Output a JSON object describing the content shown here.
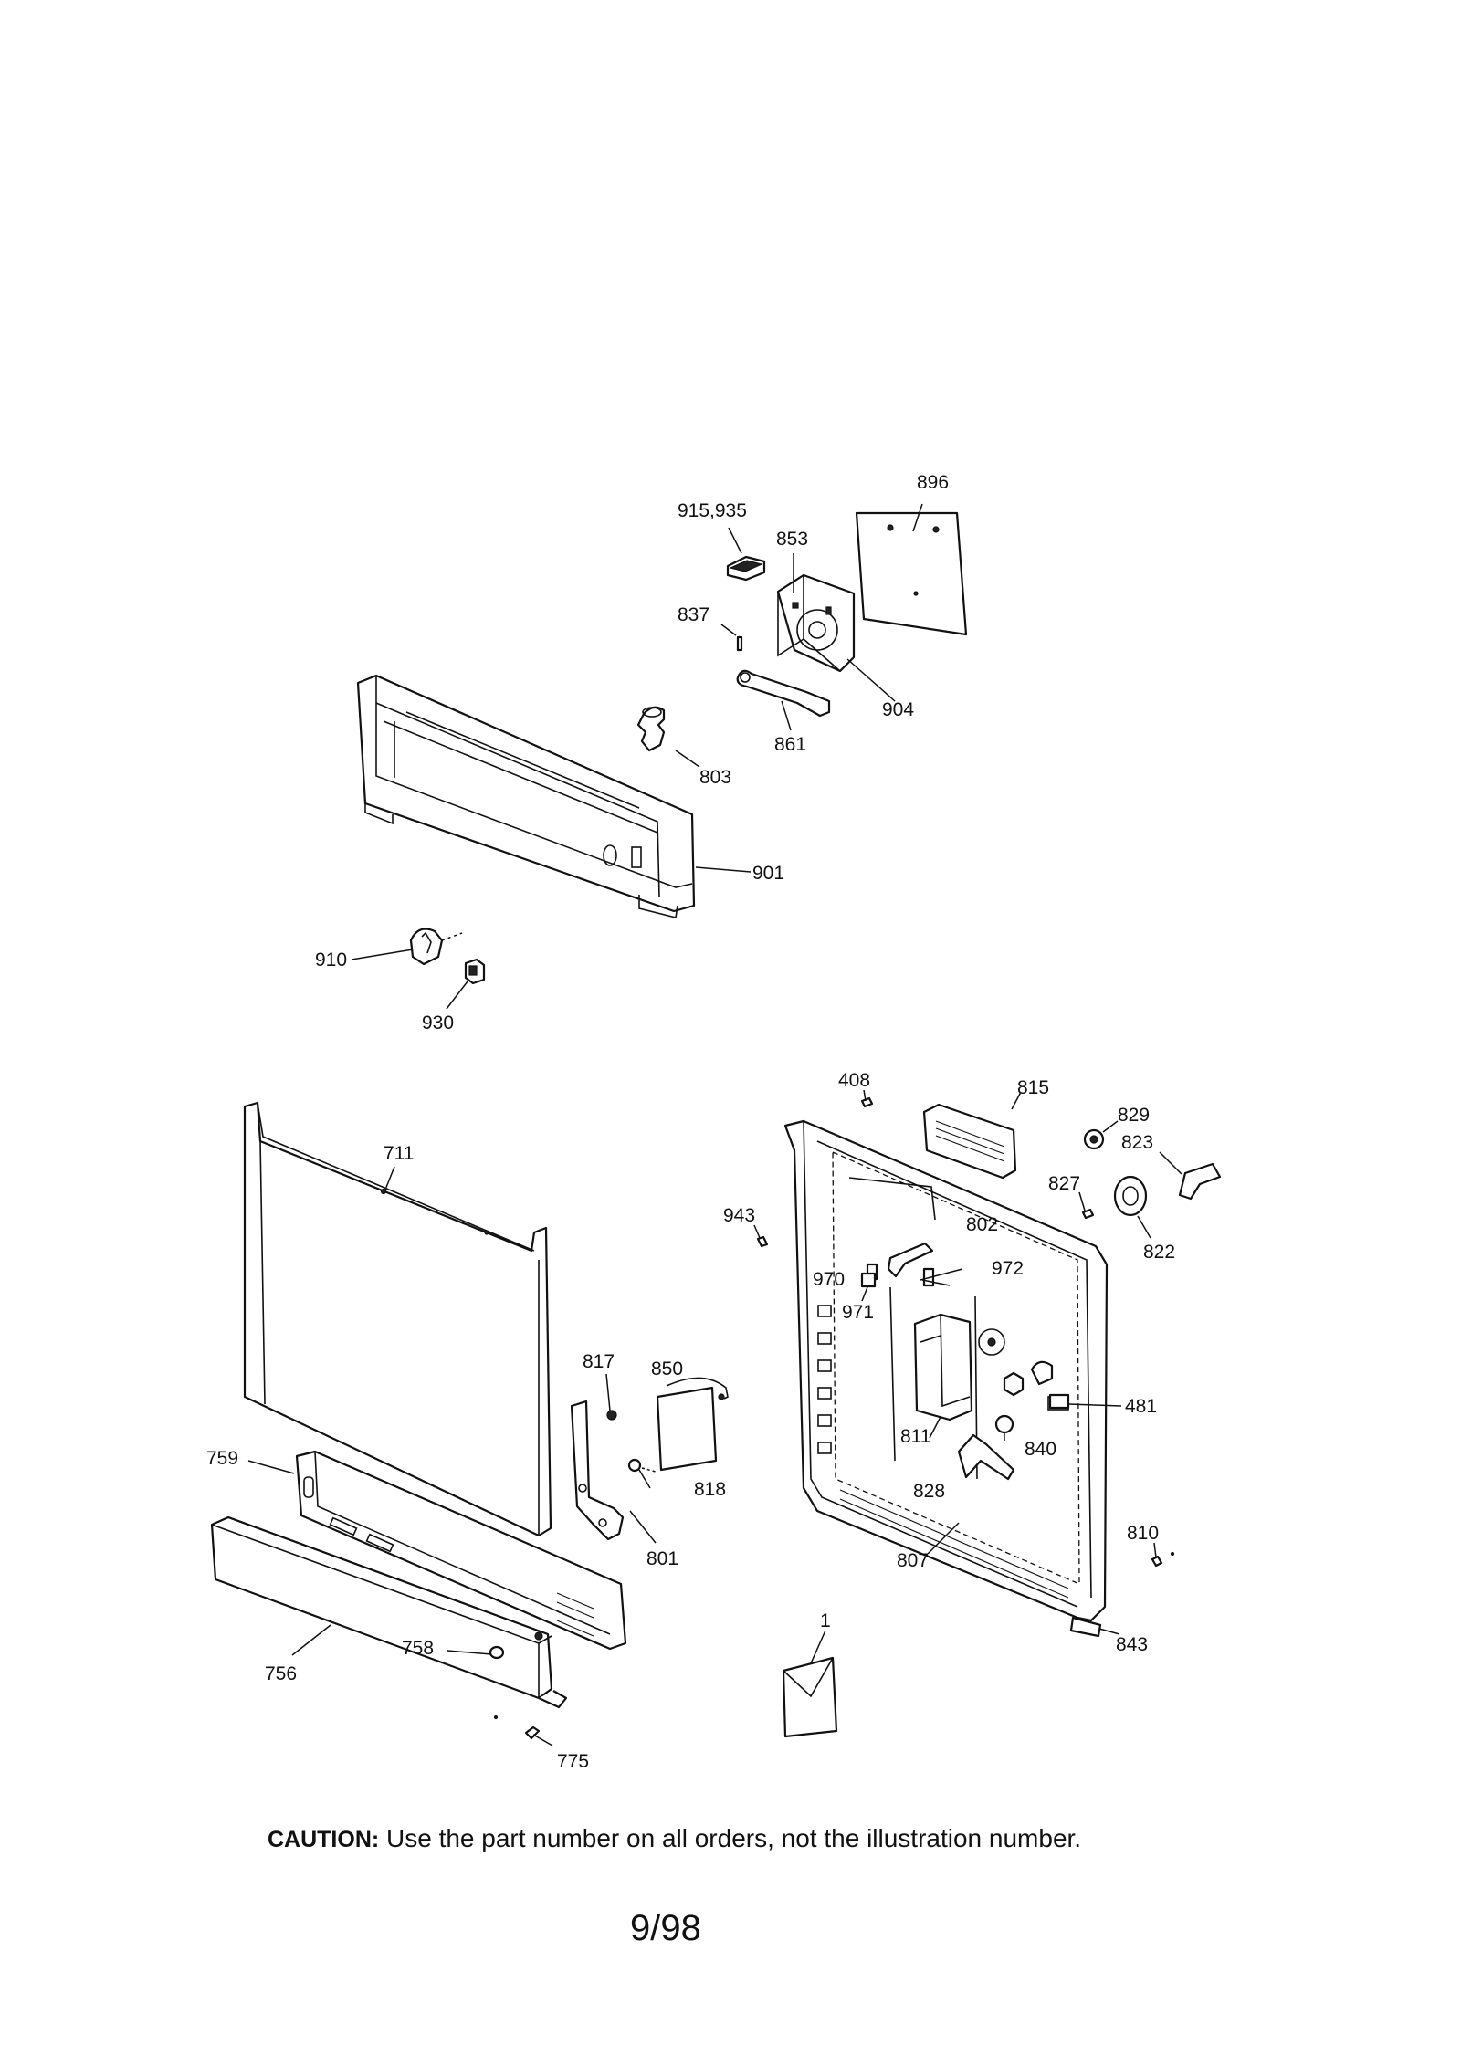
{
  "callouts": [
    {
      "id": "c896",
      "text": "896"
    },
    {
      "id": "c915",
      "text": "915,935"
    },
    {
      "id": "c853",
      "text": "853"
    },
    {
      "id": "c837",
      "text": "837"
    },
    {
      "id": "c904",
      "text": "904"
    },
    {
      "id": "c861",
      "text": "861"
    },
    {
      "id": "c803",
      "text": "803"
    },
    {
      "id": "c901",
      "text": "901"
    },
    {
      "id": "c910",
      "text": "910"
    },
    {
      "id": "c930",
      "text": "930"
    },
    {
      "id": "c408",
      "text": "408"
    },
    {
      "id": "c815",
      "text": "815"
    },
    {
      "id": "c829",
      "text": "829"
    },
    {
      "id": "c823",
      "text": "823"
    },
    {
      "id": "c827",
      "text": "827"
    },
    {
      "id": "c822",
      "text": "822"
    },
    {
      "id": "c711",
      "text": "711"
    },
    {
      "id": "c943",
      "text": "943"
    },
    {
      "id": "c802",
      "text": "802"
    },
    {
      "id": "c972",
      "text": "972"
    },
    {
      "id": "c970",
      "text": "970"
    },
    {
      "id": "c971",
      "text": "971"
    },
    {
      "id": "c817",
      "text": "817"
    },
    {
      "id": "c850",
      "text": "850"
    },
    {
      "id": "c481",
      "text": "481"
    },
    {
      "id": "c811",
      "text": "811"
    },
    {
      "id": "c840",
      "text": "840"
    },
    {
      "id": "c759",
      "text": "759"
    },
    {
      "id": "c818",
      "text": "818"
    },
    {
      "id": "c828",
      "text": "828"
    },
    {
      "id": "c801",
      "text": "801"
    },
    {
      "id": "c807",
      "text": "807"
    },
    {
      "id": "c810",
      "text": "810"
    },
    {
      "id": "c758",
      "text": "758"
    },
    {
      "id": "c1",
      "text": "1"
    },
    {
      "id": "c843",
      "text": "843"
    },
    {
      "id": "c756",
      "text": "756"
    },
    {
      "id": "c775",
      "text": "775"
    }
  ],
  "caution": {
    "label": "CAUTION:",
    "text": "Use the part number on all orders, not the illustration number."
  },
  "page_number": "9/98"
}
